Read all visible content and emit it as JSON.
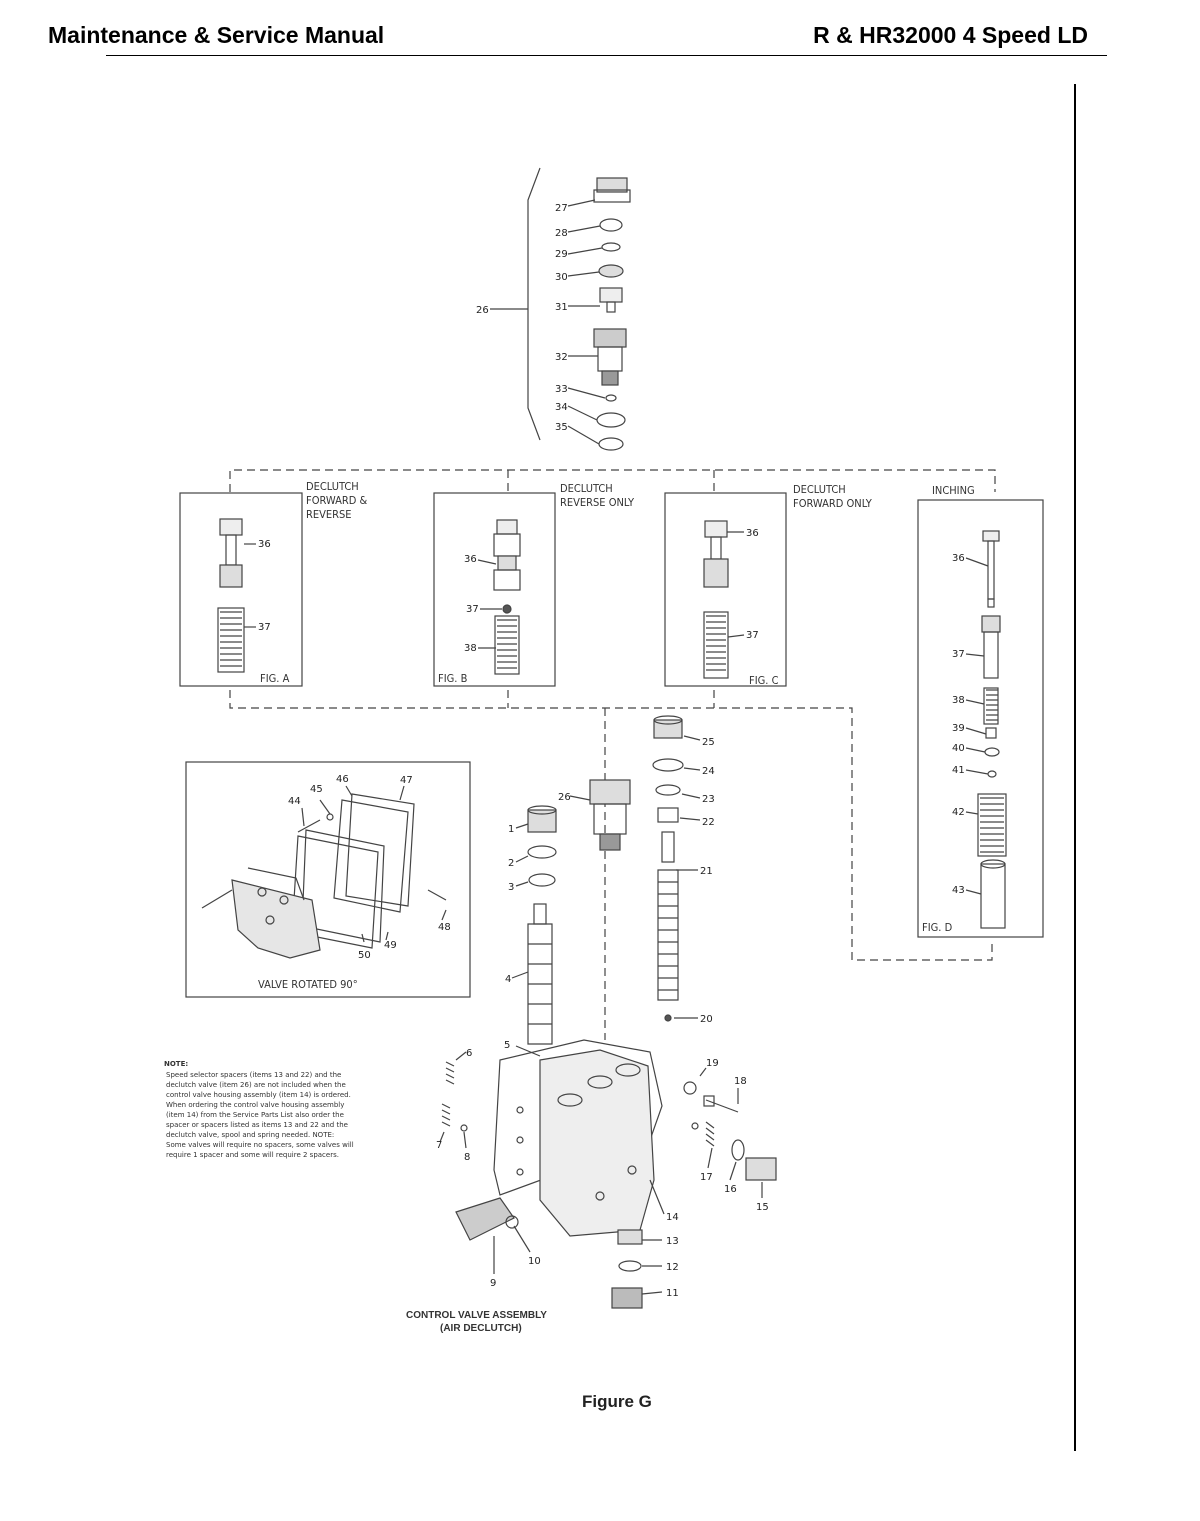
{
  "header": {
    "left": "Maintenance & Service Manual",
    "right": "R & HR32000 4 Speed LD"
  },
  "figure": {
    "caption": "Figure G",
    "assembly_title_1": "CONTROL VALVE ASSEMBLY",
    "assembly_title_2": "(AIR DECLUTCH)",
    "inset_label": "VALVE ROTATED 90°",
    "groups": {
      "a1": "DECLUTCH",
      "a2": "FORWARD &",
      "a3": "REVERSE",
      "b1": "DECLUTCH",
      "b2": "REVERSE  ONLY",
      "c1": "DECLUTCH",
      "c2": "FORWARD  ONLY",
      "d1": "INCHING"
    },
    "fig_labels": {
      "a": "FIG. A",
      "b": "FIG. B",
      "c": "FIG. C",
      "d": "FIG. D"
    },
    "note": {
      "title": "NOTE:",
      "lines": [
        "Speed selector spacers (items 13 and 22) and the",
        "declutch valve (item 26) are not included when the",
        "control valve housing assembly (item 14) is ordered.",
        "When ordering the control valve housing assembly",
        "(item 14) from the Service Parts List also order the",
        "spacer or spacers listed as items 13 and 22 and the",
        "declutch valve, spool and spring needed. NOTE:",
        "Some valves will require no spacers, some valves will",
        "require 1 spacer and some will require 2 spacers."
      ]
    },
    "callouts": {
      "n27": "27",
      "n28": "28",
      "n29": "29",
      "n30": "30",
      "n26top": "26",
      "n31": "31",
      "n32": "32",
      "n33": "33",
      "n34": "34",
      "n35": "35",
      "a36": "36",
      "a37": "37",
      "b36": "36",
      "b37": "37",
      "b38": "38",
      "c36": "36",
      "c37": "37",
      "d36": "36",
      "d37": "37",
      "d38": "38",
      "d39": "39",
      "d40": "40",
      "d41": "41",
      "d42": "42",
      "d43": "43",
      "n25": "25",
      "n24": "24",
      "n23": "23",
      "n22": "22",
      "n21": "21",
      "n20": "20",
      "n26mid": "26",
      "n1": "1",
      "n2": "2",
      "n3": "3",
      "n4": "4",
      "n5": "5",
      "n6": "6",
      "n7": "7",
      "n8": "8",
      "n9": "9",
      "n10": "10",
      "n11": "11",
      "n12": "12",
      "n13": "13",
      "n14": "14",
      "n15": "15",
      "n16": "16",
      "n17": "17",
      "n18": "18",
      "n19": "19",
      "n44": "44",
      "n45": "45",
      "n46": "46",
      "n47": "47",
      "n48": "48",
      "n49": "49",
      "n50": "50"
    }
  }
}
